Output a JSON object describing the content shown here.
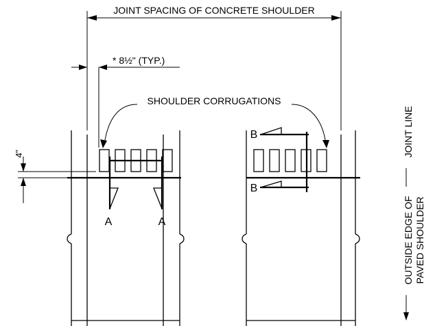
{
  "labels": {
    "joint_spacing": "JOINT SPACING OF CONCRETE SHOULDER",
    "typ_dim": "* 8½\" (TYP.)",
    "corrugations": "SHOULDER CORRUGATIONS",
    "dim_4in": "4\"",
    "section_a": "A",
    "section_b": "B",
    "joint_line": "JOINT LINE",
    "outside_edge_line1": "OUTSIDE EDGE OF",
    "outside_edge_line2": "PAVED SHOULDER"
  }
}
